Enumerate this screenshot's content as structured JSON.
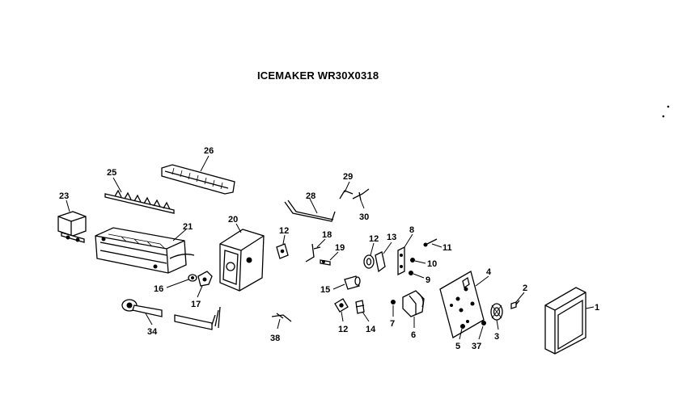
{
  "title": "ICEMAKER WR30X0318",
  "parts": {
    "p1": "1",
    "p2": "2",
    "p3": "3",
    "p4": "4",
    "p5": "5",
    "p6": "6",
    "p7": "7",
    "p8": "8",
    "p9": "9",
    "p10": "10",
    "p11": "11",
    "p12a": "12",
    "p12b": "12",
    "p12c": "12",
    "p13": "13",
    "p14": "14",
    "p15": "15",
    "p16": "16",
    "p17": "17",
    "p18": "18",
    "p19": "19",
    "p20": "20",
    "p21": "21",
    "p23": "23",
    "p25": "25",
    "p26": "26",
    "p28": "28",
    "p29": "29",
    "p30": "30",
    "p34": "34",
    "p37": "37",
    "p38": "38"
  }
}
